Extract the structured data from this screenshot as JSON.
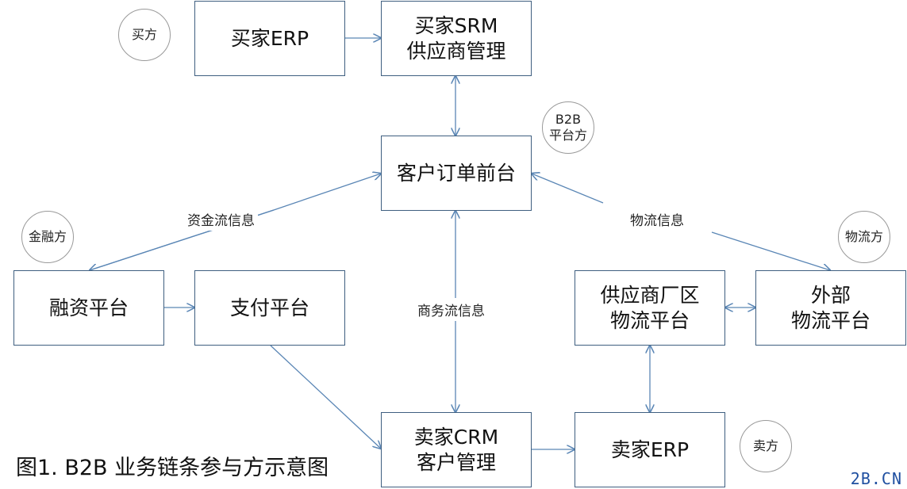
{
  "nodes": {
    "buyer_erp": "买家ERP",
    "buyer_srm_line1": "买家SRM",
    "buyer_srm_line2": "供应商管理",
    "order_front": "客户订单前台",
    "finance_platform": "融资平台",
    "payment_platform": "支付平台",
    "supplier_logistics_line1": "供应商厂区",
    "supplier_logistics_line2": "物流平台",
    "external_logistics_line1": "外部",
    "external_logistics_line2": "物流平台",
    "seller_crm_line1": "卖家CRM",
    "seller_crm_line2": "客户管理",
    "seller_erp": "卖家ERP"
  },
  "roles": {
    "buyer": "买方",
    "b2b_line1": "B2B",
    "b2b_line2": "平台方",
    "finance": "金融方",
    "logistics": "物流方",
    "seller": "卖方"
  },
  "flows": {
    "capital": "资金流信息",
    "logistics": "物流信息",
    "business": "商务流信息"
  },
  "caption": "图1. B2B 业务链条参与方示意图",
  "brand": "2B.CN",
  "colors": {
    "line": "#5a86b5",
    "box_border": "#3f5f80",
    "brand": "#1f4fa0"
  }
}
